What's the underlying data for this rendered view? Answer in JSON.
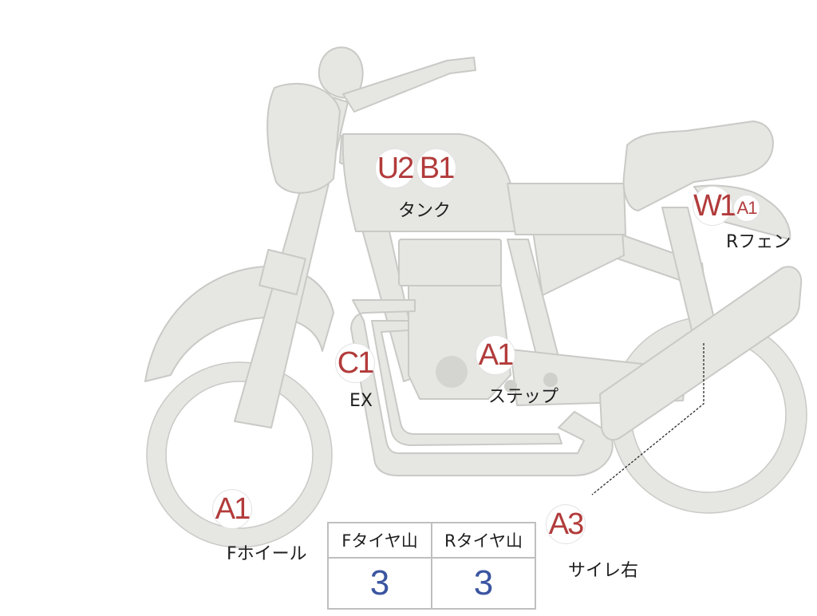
{
  "colors": {
    "body_fill": "#e6e6e3",
    "body_stroke": "#c9c9c6",
    "code_text": "#b23b3b",
    "table_value": "#3a55a0"
  },
  "markers": [
    {
      "id": "tank-u2",
      "code": "U2"
    },
    {
      "id": "tank-b1",
      "code": "B1"
    },
    {
      "id": "rfender-w1",
      "code": "W1"
    },
    {
      "id": "rfender-a1",
      "code": "A1"
    },
    {
      "id": "ex-c1",
      "code": "C1"
    },
    {
      "id": "step-a1",
      "code": "A1"
    },
    {
      "id": "fwheel-a1",
      "code": "A1"
    },
    {
      "id": "sidecover-a3",
      "code": "A3"
    }
  ],
  "labels": {
    "tank": "タンク",
    "rfender": "Rフェン",
    "ex": "EX",
    "step": "ステップ",
    "fwheel": "Fホイール",
    "sidecover": "サイレ右"
  },
  "tire_table": {
    "headers": [
      "Fタイヤ山",
      "Rタイヤ山"
    ],
    "values": [
      "3",
      "3"
    ]
  }
}
